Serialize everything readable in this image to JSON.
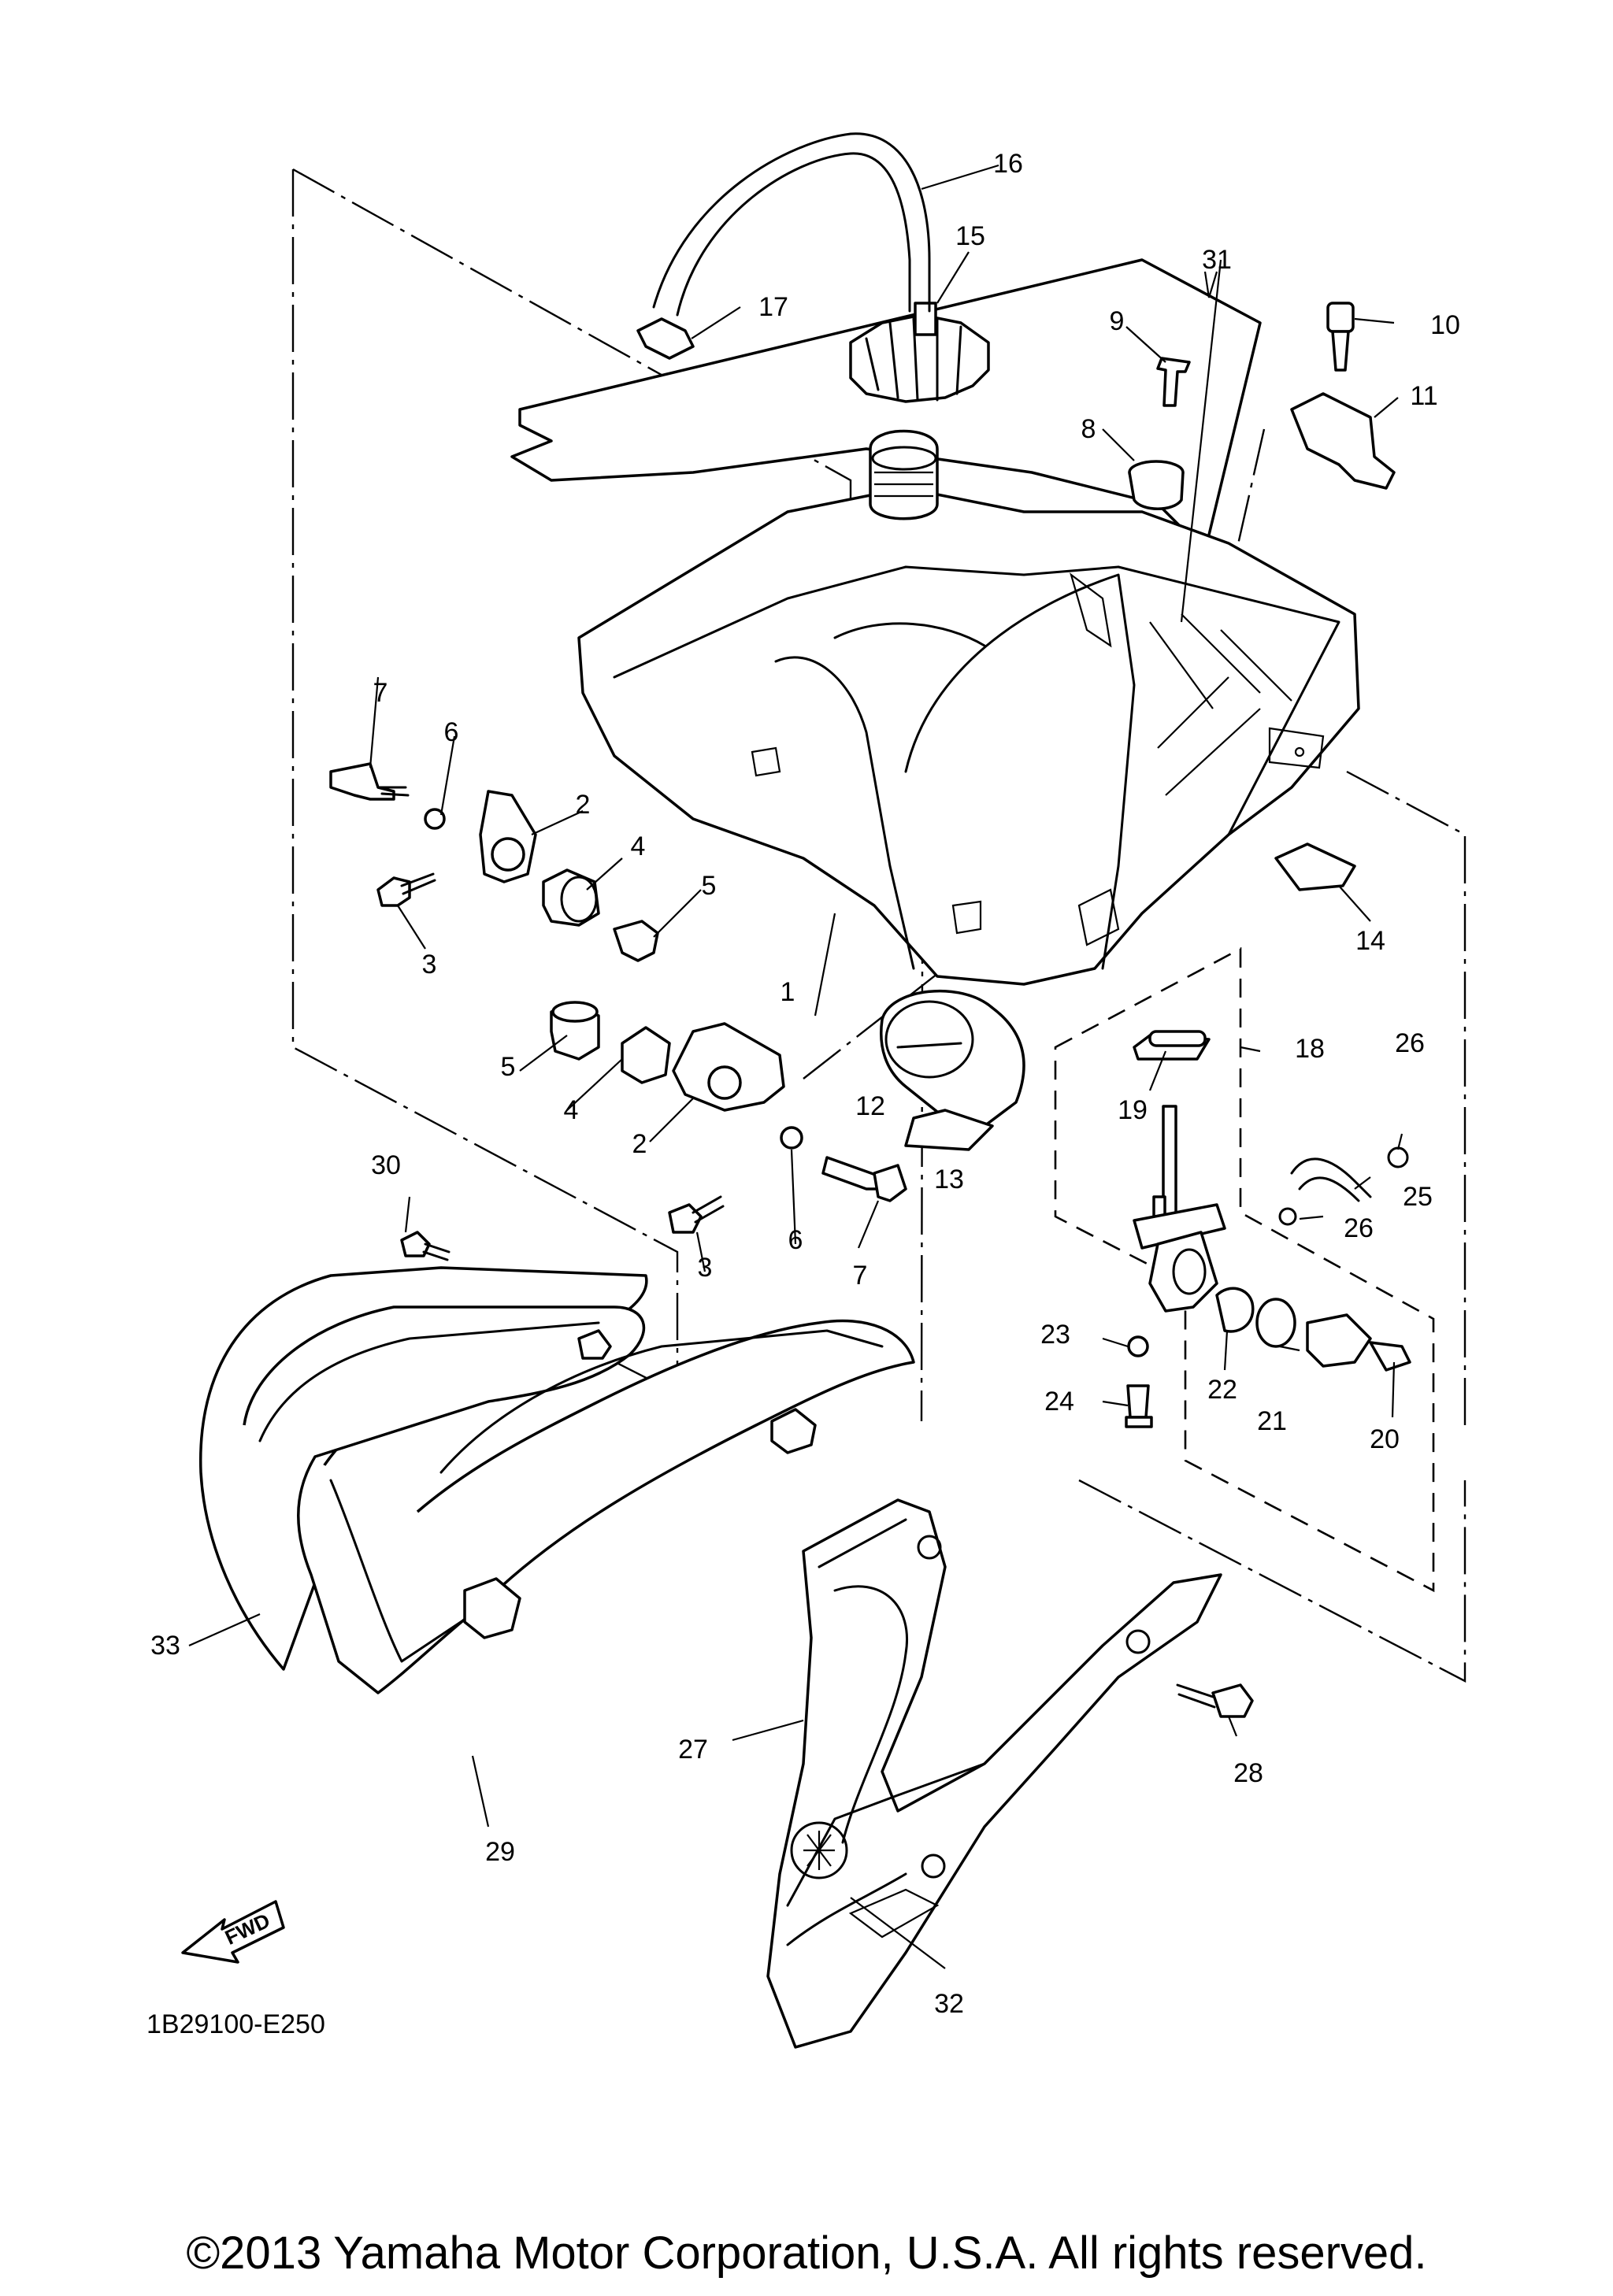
{
  "diagram_code": "1B29100-E250",
  "fwd_label": "FWD",
  "copyright": "©2013 Yamaha Motor Corporation, U.S.A. All rights reserved.",
  "callouts": {
    "c1": "1",
    "c2a": "2",
    "c2b": "2",
    "c3a": "3",
    "c3b": "3",
    "c4a": "4",
    "c4b": "4",
    "c5a": "5",
    "c5b": "5",
    "c6a": "6",
    "c6b": "6",
    "c7a": "7",
    "c7b": "7",
    "c8": "8",
    "c9": "9",
    "c10": "10",
    "c11": "11",
    "c12": "12",
    "c13": "13",
    "c14": "14",
    "c15": "15",
    "c16": "16",
    "c17": "17",
    "c18": "18",
    "c19": "19",
    "c20": "20",
    "c21": "21",
    "c22": "22",
    "c23": "23",
    "c24": "24",
    "c25": "25",
    "c26a": "26",
    "c26b": "26",
    "c27": "27",
    "c28": "28",
    "c29": "29",
    "c30": "30",
    "c31": "31",
    "c32": "32",
    "c33": "33"
  },
  "parts": {
    "fuel-tank": "fuel-tank-shape",
    "tank-cap": "cap-shape",
    "breather-hose": "hose-shape",
    "fuel-cock": "fuel-cock-shape",
    "shroud-left": "shroud-shape",
    "shroud-right": "shroud-shape"
  }
}
